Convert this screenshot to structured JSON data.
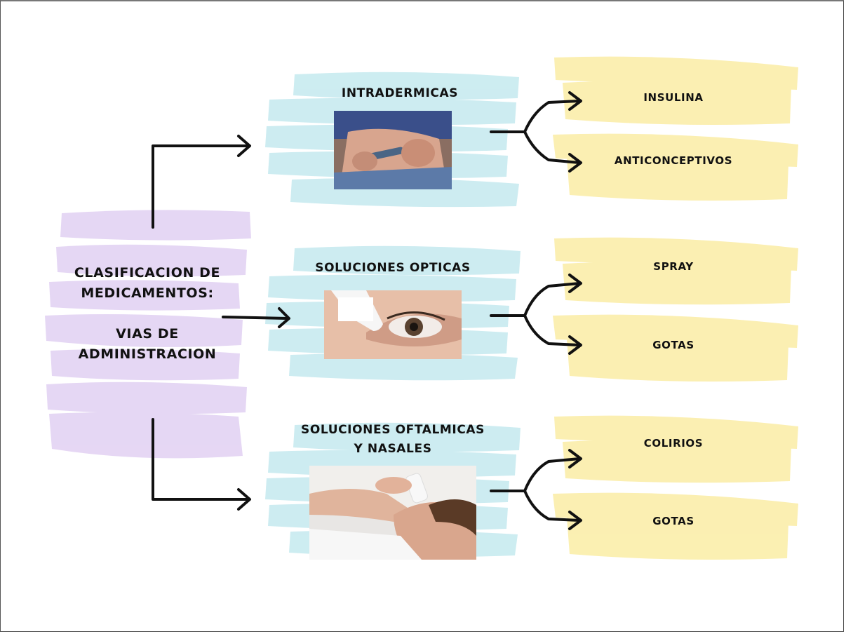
{
  "root": {
    "line1": "CLASIFICACION DE",
    "line2": "MEDICAMENTOS:",
    "line3": "VIAS DE",
    "line4": "ADMINISTRACION"
  },
  "categories": [
    {
      "title": "INTRADERMICAS",
      "image": "insulin-injection-photo",
      "items": [
        "INSULINA",
        "ANTICONCEPTIVOS"
      ]
    },
    {
      "title": "SOLUCIONES OPTICAS",
      "image": "eye-drops-photo",
      "items": [
        "SPRAY",
        "GOTAS"
      ]
    },
    {
      "title_line1": "SOLUCIONES OFTALMICAS",
      "title_line2": "Y NASALES",
      "image": "nasal-drops-photo",
      "items": [
        "COLIRIOS",
        "GOTAS"
      ]
    }
  ],
  "colors": {
    "root_highlight": "#e3d3f3",
    "category_highlight": "#c8ebf0",
    "leaf_highlight": "#fbeeaa",
    "arrow": "#111111"
  }
}
